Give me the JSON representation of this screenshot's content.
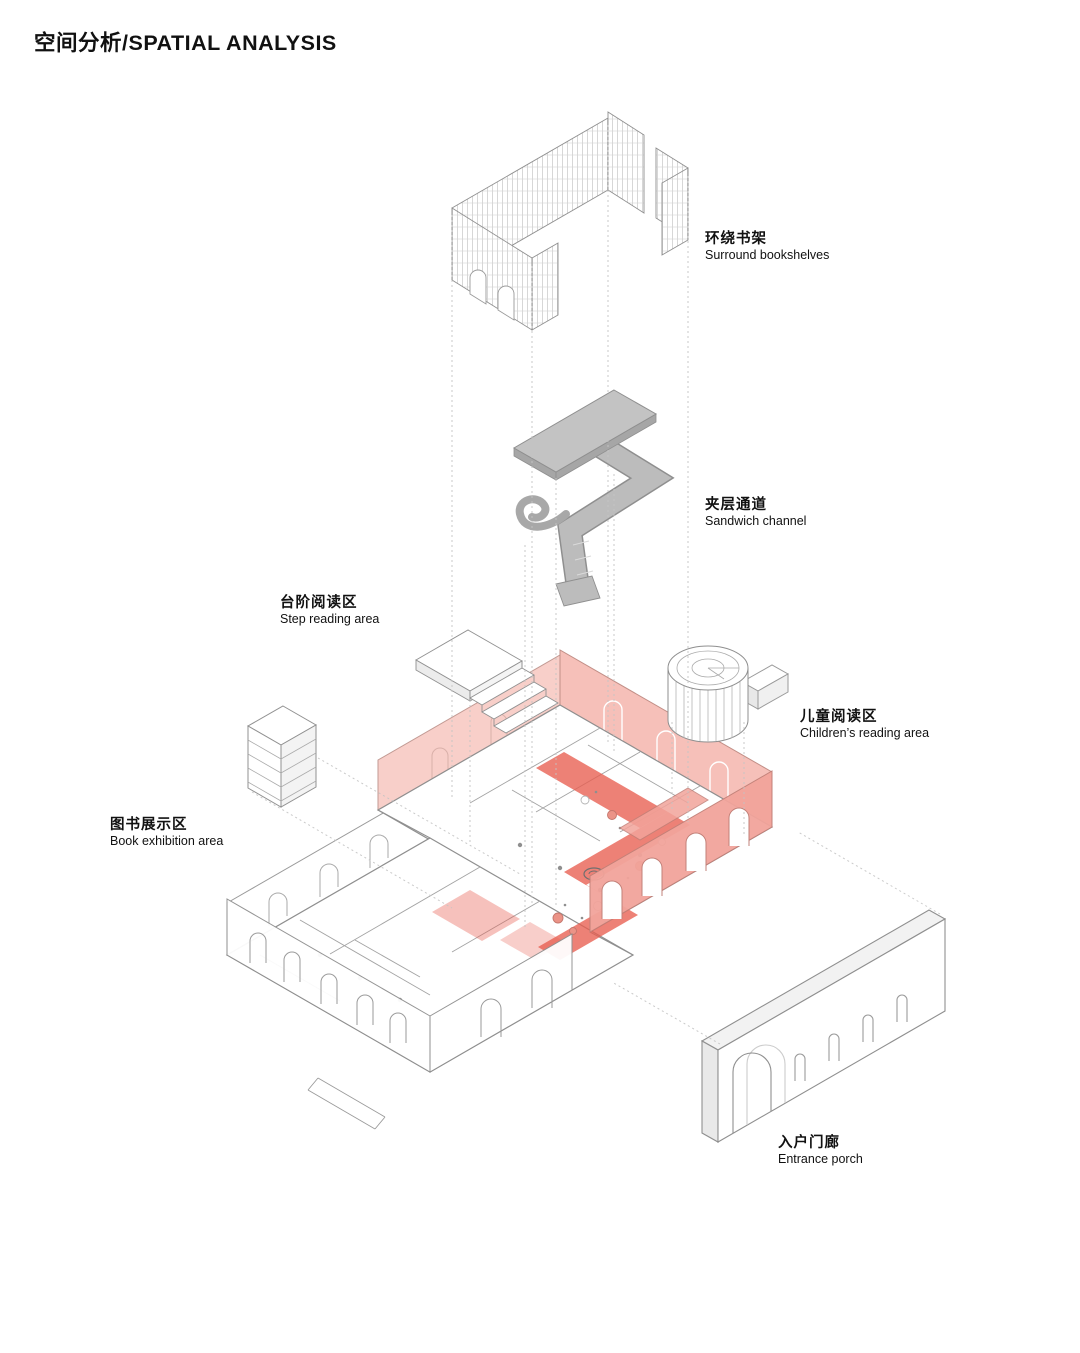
{
  "page": {
    "title": "空间分析/SPATIAL ANALYSIS"
  },
  "labels": {
    "surround_bookshelves": {
      "zh": "环绕书架",
      "en": "Surround bookshelves"
    },
    "sandwich_channel": {
      "zh": "夹层通道",
      "en": "Sandwich channel"
    },
    "step_reading_area": {
      "zh": "台阶阅读区",
      "en": "Step reading area"
    },
    "children_reading_area": {
      "zh": "儿童阅读区",
      "en": "Children’s reading area"
    },
    "book_exhibition_area": {
      "zh": "图书展示区",
      "en": "Book exhibition area"
    },
    "entrance_porch": {
      "zh": "入户门廊",
      "en": "Entrance porch"
    }
  },
  "colors": {
    "highlight_red": "#e85d4f",
    "wall_pink": "#f2a49b",
    "light_pink": "#f8cfc9",
    "slab_gray": "#bcbcbc",
    "line_gray": "#8f8f8f"
  }
}
